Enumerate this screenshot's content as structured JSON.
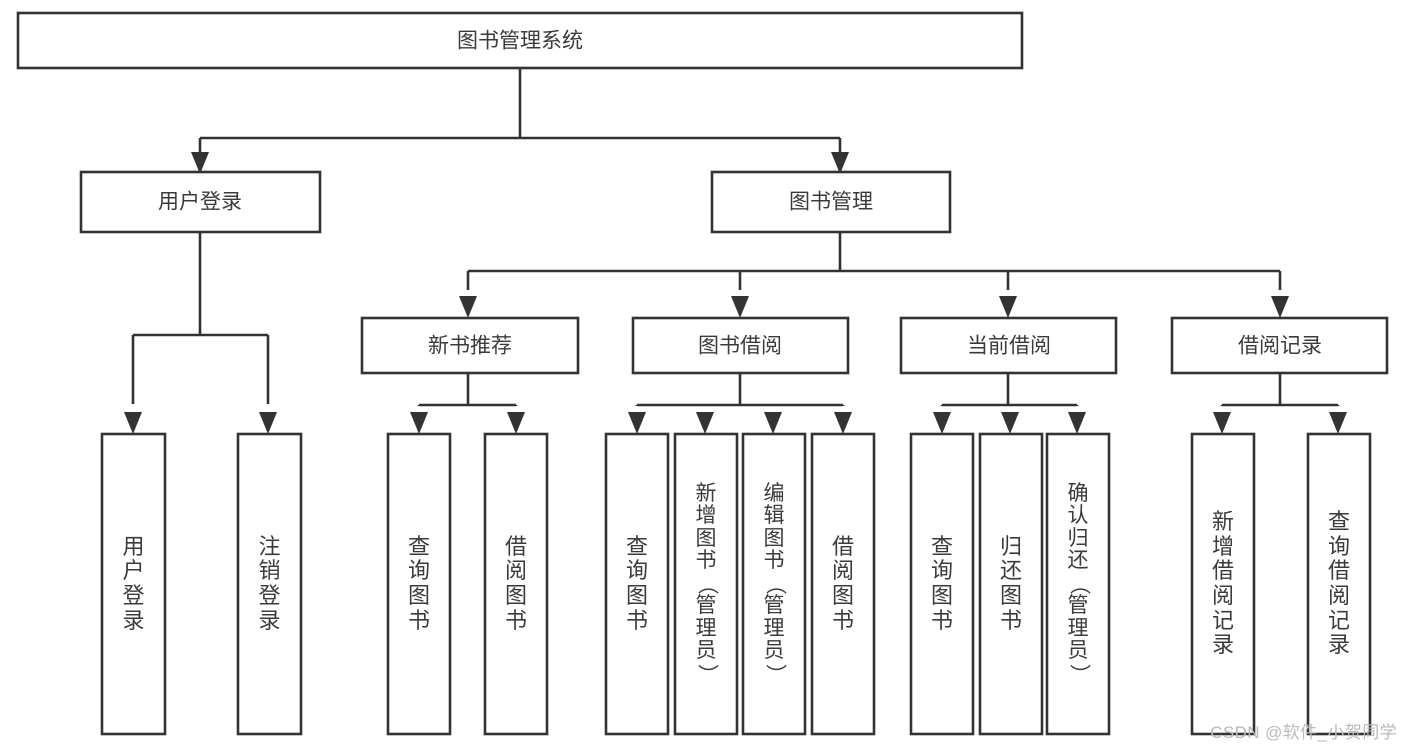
{
  "diagram": {
    "type": "tree-hierarchy",
    "title": "图书管理系统",
    "watermark": "CSDN @软件_小贺同学",
    "colors": {
      "stroke": "#333333",
      "box_fill": "#ffffff",
      "text": "#3b3b3b",
      "background": "#ffffff",
      "watermark": "#b9b9b9"
    },
    "levels": {
      "root": {
        "label": "图书管理系统",
        "orientation": "horizontal"
      },
      "level2": [
        {
          "label": "用户登录",
          "orientation": "horizontal"
        },
        {
          "label": "图书管理",
          "orientation": "horizontal"
        }
      ],
      "level3": [
        {
          "label": "新书推荐",
          "orientation": "horizontal",
          "parent": "图书管理"
        },
        {
          "label": "图书借阅",
          "orientation": "horizontal",
          "parent": "图书管理"
        },
        {
          "label": "当前借阅",
          "orientation": "horizontal",
          "parent": "图书管理"
        },
        {
          "label": "借阅记录",
          "orientation": "horizontal",
          "parent": "图书管理"
        }
      ],
      "leaves": [
        {
          "label": "用户登录",
          "orientation": "vertical",
          "parent": "用户登录"
        },
        {
          "label": "注销登录",
          "orientation": "vertical",
          "parent": "用户登录"
        },
        {
          "label": "查询图书",
          "orientation": "vertical",
          "parent": "新书推荐"
        },
        {
          "label": "借阅图书",
          "orientation": "vertical",
          "parent": "新书推荐"
        },
        {
          "label": "查询图书",
          "orientation": "vertical",
          "parent": "图书借阅"
        },
        {
          "label": "新增图书（管理员）",
          "orientation": "vertical",
          "parent": "图书借阅"
        },
        {
          "label": "编辑图书（管理员）",
          "orientation": "vertical",
          "parent": "图书借阅"
        },
        {
          "label": "借阅图书",
          "orientation": "vertical",
          "parent": "图书借阅"
        },
        {
          "label": "查询图书",
          "orientation": "vertical",
          "parent": "当前借阅"
        },
        {
          "label": "归还图书",
          "orientation": "vertical",
          "parent": "当前借阅"
        },
        {
          "label": "确认归还（管理员）",
          "orientation": "vertical",
          "parent": "当前借阅"
        },
        {
          "label": "新增借阅记录",
          "orientation": "vertical",
          "parent": "借阅记录"
        },
        {
          "label": "查询借阅记录",
          "orientation": "vertical",
          "parent": "借阅记录"
        }
      ]
    }
  }
}
